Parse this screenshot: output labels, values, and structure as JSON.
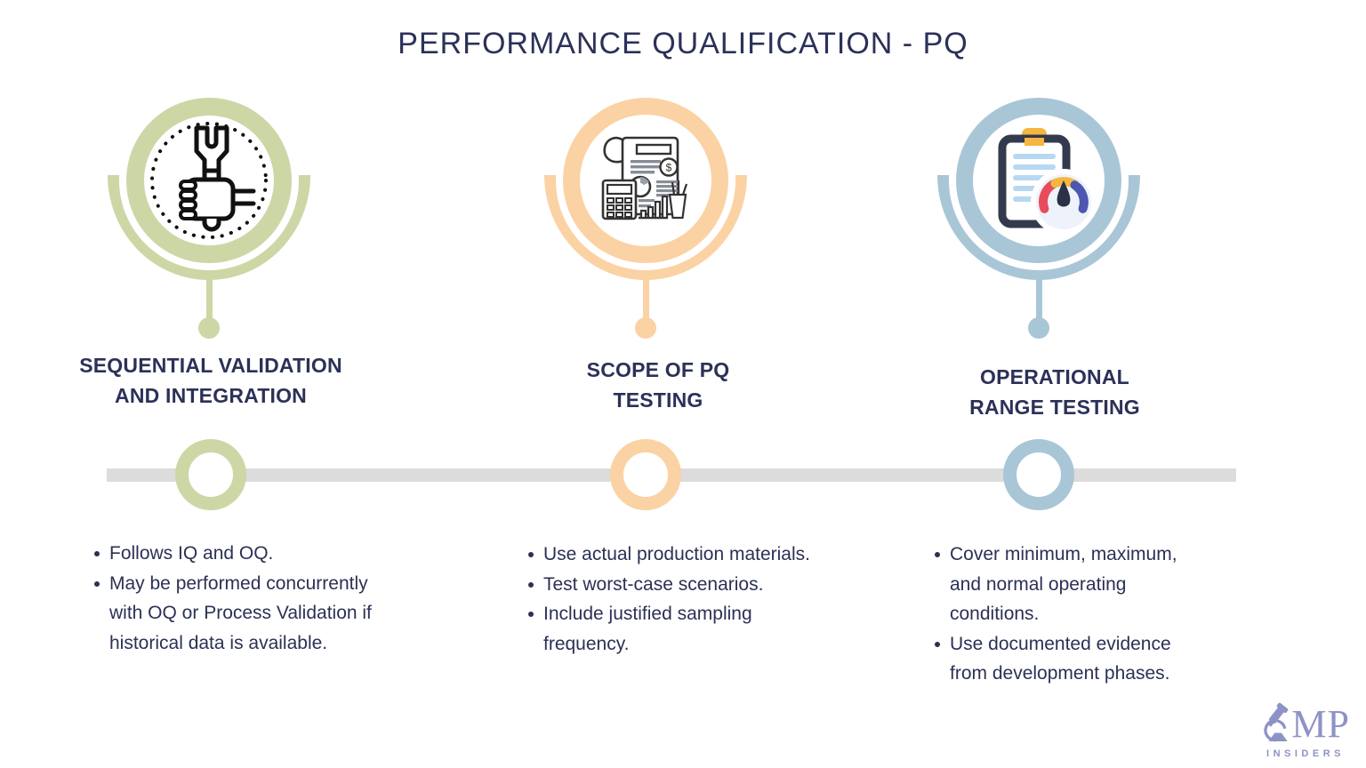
{
  "title": "PERFORMANCE QUALIFICATION - PQ",
  "colors": {
    "heading_navy": "#2b3158",
    "body_navy": "#2b3154",
    "timeline_gray": "#dcdcdc",
    "green_accent": "#ccd7a5",
    "orange_accent": "#fbd2a3",
    "blue_accent": "#a9c6d7",
    "logo_purple": "#8e93c5",
    "gauge_red": "#e84c5c",
    "gauge_yellow": "#f4b73f",
    "gauge_blue": "#4d56b0",
    "clipboard_dark": "#343a4e"
  },
  "columns": [
    {
      "id": "sequential-validation-and-integration",
      "accent": "#ccd7a5",
      "icon": "wrench-in-hand-icon",
      "title_lines": [
        "SEQUENTIAL VALIDATION",
        "AND INTEGRATION"
      ],
      "bullets": [
        "Follows IQ and OQ.",
        "May be performed concurrently with OQ or Process Validation if historical data is available."
      ]
    },
    {
      "id": "scope-of-pq-testing",
      "accent": "#fbd2a3",
      "icon": "financial-report-icon",
      "title_lines": [
        "SCOPE OF PQ",
        "TESTING"
      ],
      "bullets": [
        "Use actual production materials.",
        "Test worst-case scenarios.",
        "Include justified sampling frequency."
      ]
    },
    {
      "id": "operational-range-testing",
      "accent": "#a9c6d7",
      "icon": "clipboard-gauge-icon",
      "title_lines": [
        "OPERATIONAL",
        "RANGE TESTING"
      ],
      "bullets": [
        "Cover minimum, maximum, and normal operating conditions.",
        "Use documented evidence from development phases."
      ]
    }
  ],
  "logo": {
    "mp": "MP",
    "sub": "INSIDERS"
  }
}
